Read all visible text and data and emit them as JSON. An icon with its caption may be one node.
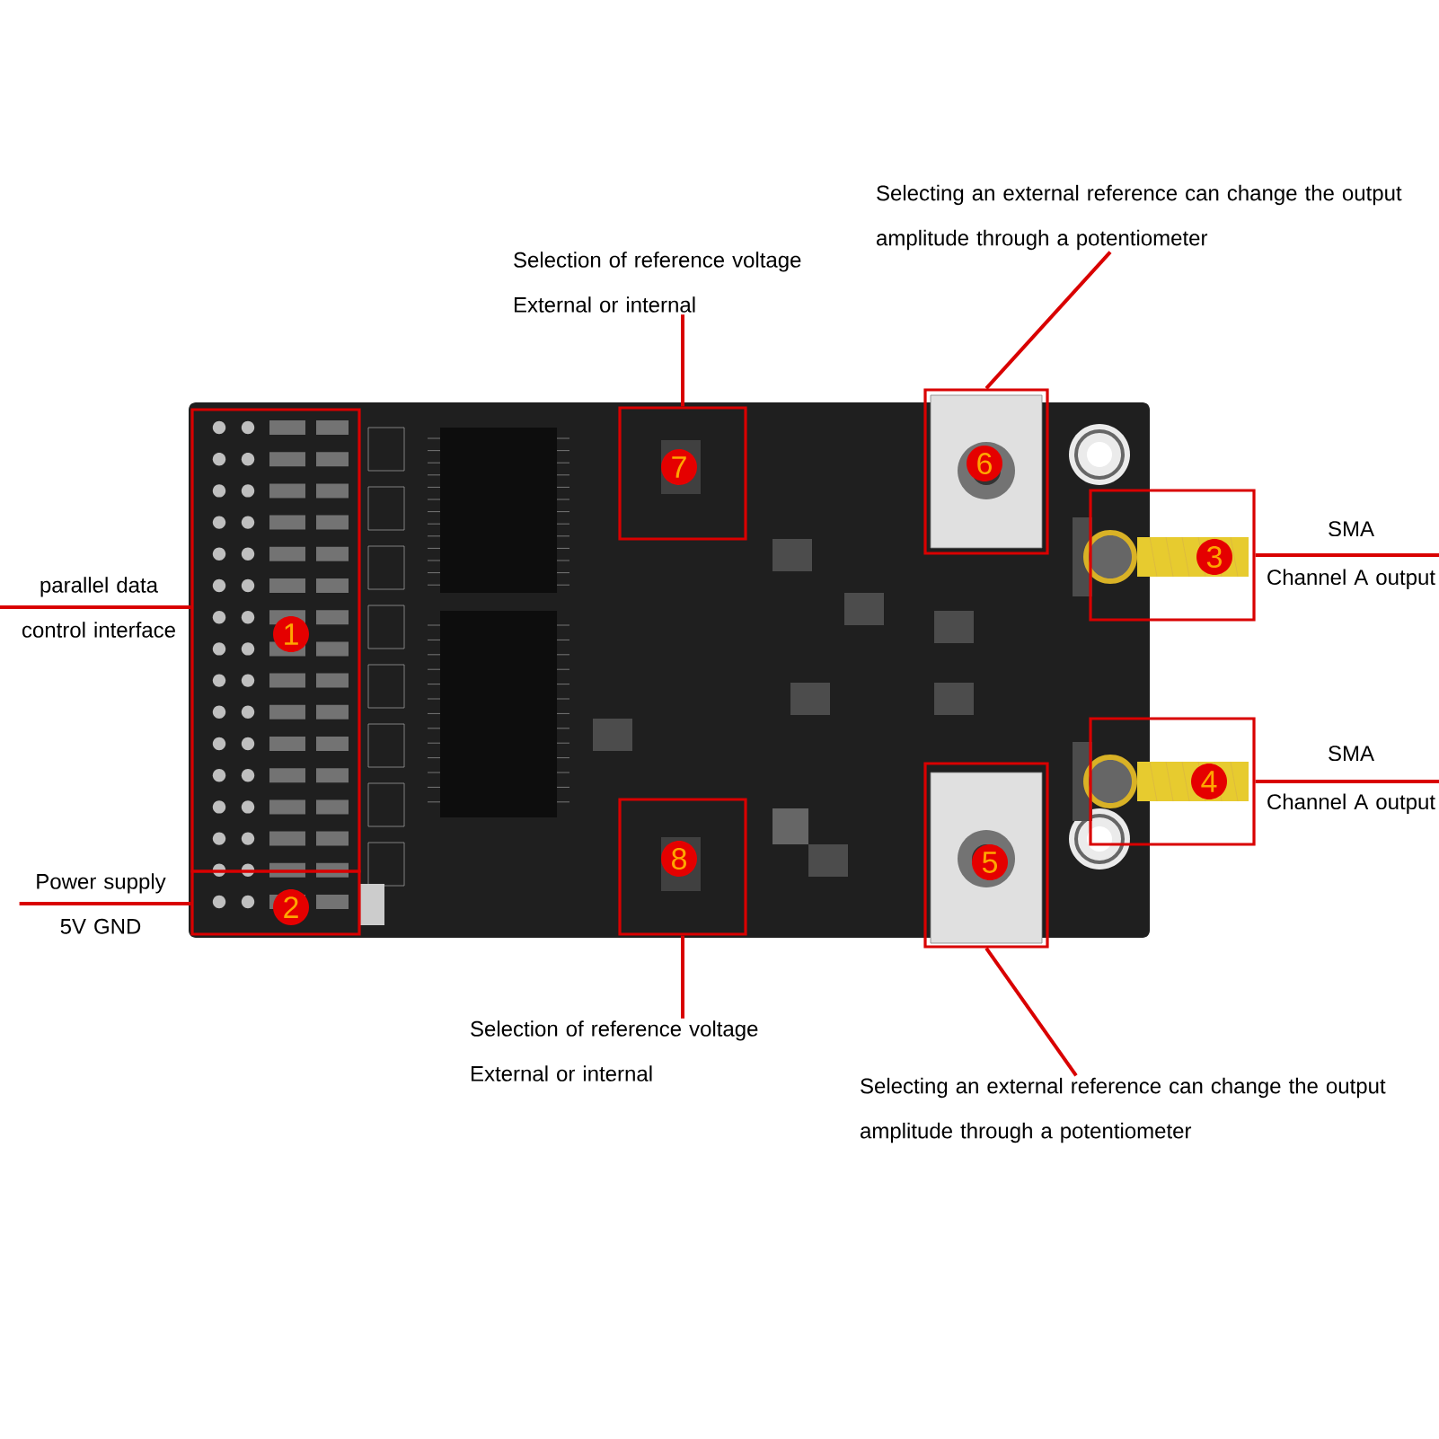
{
  "diagram": {
    "nodes": [
      {
        "text": [
          "Selecting an external reference can change the output amplitude through a potentiometer"
        ]
      },
      {
        "text": [
          "Selection of reference voltage External or internal"
        ]
      },
      {
        "text": [
          "7"
        ]
      },
      {
        "text": [
          "6"
        ]
      },
      {
        "text": [
          "1"
        ]
      },
      {
        "text": [
          "3"
        ]
      },
      {
        "text": [
          "SMA",
          "Channel A output"
        ]
      },
      {
        "text": [
          "parallel data control interface"
        ]
      },
      {
        "text": [
          "4"
        ]
      },
      {
        "text": [
          "SMA",
          "Channel A output"
        ]
      },
      {
        "text": [
          "8"
        ]
      },
      {
        "text": [
          "5"
        ]
      },
      {
        "text": [
          "2"
        ]
      },
      {
        "text": [
          "Power supply 5V GND"
        ]
      },
      {
        "text": [
          "Selection of reference voltage External or internal"
        ]
      },
      {
        "text": [
          "Selecting an external reference can change the output amplitude through a potentiometer"
        ]
      }
    ],
    "edges": [
      {
        "from": 0,
        "to": 3,
        "arrow": "none"
      },
      {
        "from": 1,
        "to": 2,
        "arrow": "none"
      },
      {
        "from": 5,
        "to": 6,
        "arrow": "none"
      },
      {
        "from": 7,
        "to": 4,
        "arrow": "none"
      },
      {
        "from": 8,
        "to": 9,
        "arrow": "none"
      },
      {
        "from": 10,
        "to": 14,
        "arrow": "none"
      },
      {
        "from": 11,
        "to": 15,
        "arrow": "none"
      },
      {
        "from": 13,
        "to": 12,
        "arrow": "none"
      }
    ]
  }
}
